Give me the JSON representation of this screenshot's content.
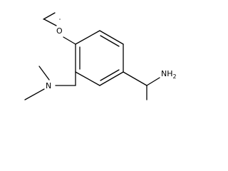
{
  "molecule": {
    "atoms": {
      "oxygen": "O",
      "nitrogen": "N",
      "amine": "NH",
      "amine_subscript": "2"
    },
    "colors": {
      "bond": "#000000",
      "label": "#000000",
      "background": "#ffffff"
    }
  }
}
